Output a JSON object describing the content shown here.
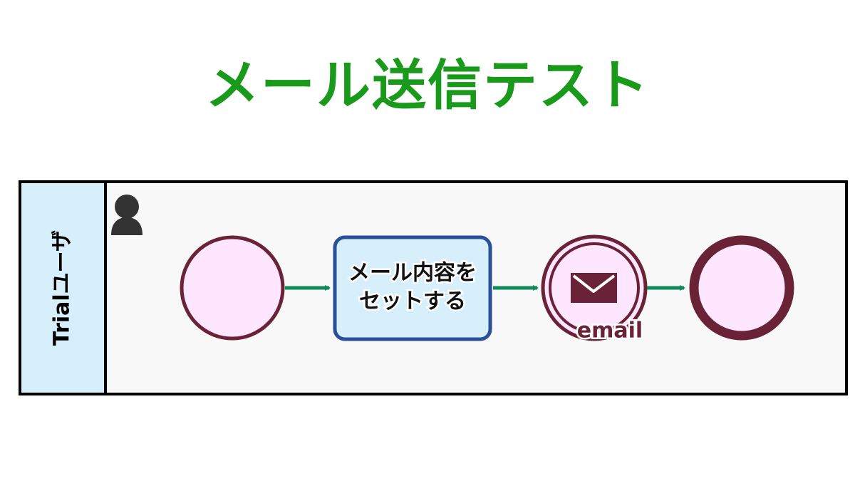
{
  "title": "メール送信テスト",
  "pool": {
    "lane_label": "Trialユーザ",
    "lane_icon": "user-icon"
  },
  "nodes": {
    "start": {
      "type": "start-event"
    },
    "task": {
      "type": "task",
      "label_line1": "メール内容を",
      "label_line2": "セットする"
    },
    "send": {
      "type": "message-throw-event",
      "icon": "envelope-icon",
      "label": "email"
    },
    "end": {
      "type": "end-event"
    }
  },
  "colors": {
    "title": "#1a9a1a",
    "event_fill": "#ffe6ff",
    "event_stroke": "#6a2236",
    "task_fill": "#d6effb",
    "task_stroke": "#2a4f9a",
    "lane_header": "#d6effb",
    "lane_body": "#f8f8f8",
    "flow": "#0e8a5a"
  }
}
